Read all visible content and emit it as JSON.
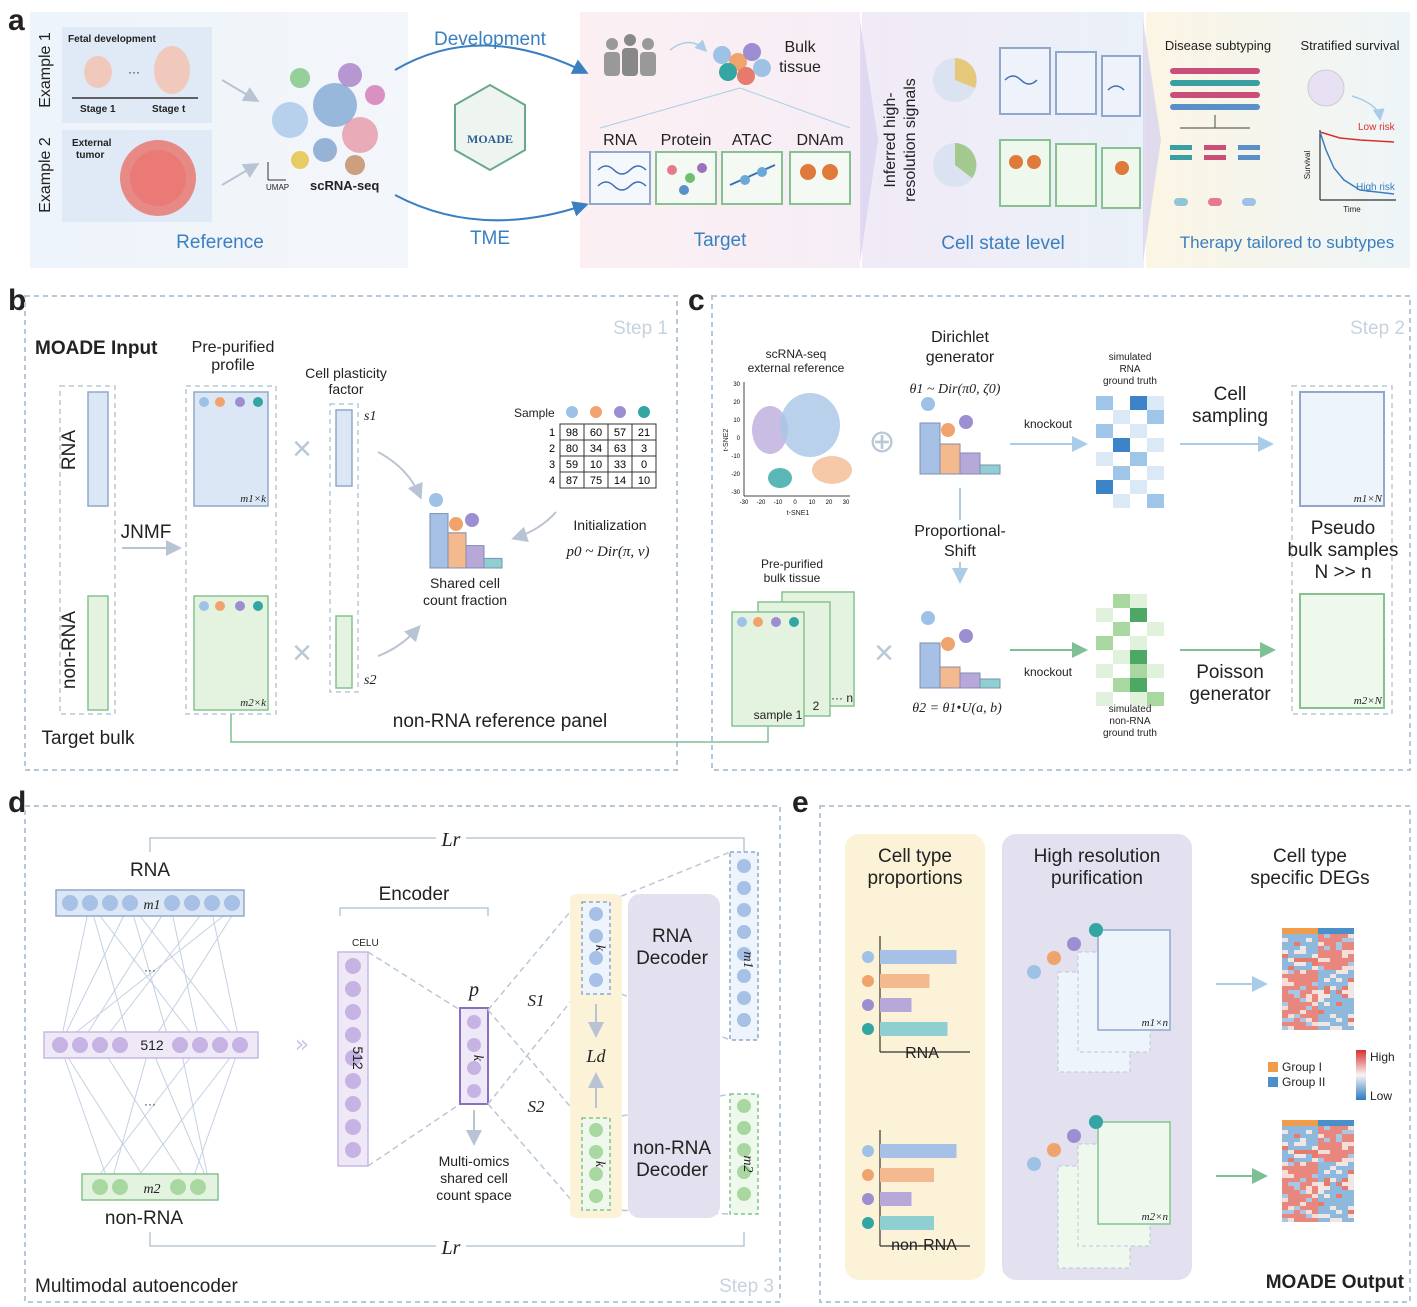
{
  "panels": {
    "a": {
      "letter": "a",
      "example1": "Example 1",
      "example2": "Example 2",
      "fetal_development": "Fetal development",
      "stage1": "Stage 1",
      "stage_t": "Stage t",
      "dots": "···",
      "external_tumor_1": "External",
      "external_tumor_2": "tumor",
      "umap": "UMAP",
      "scrna_seq": "scRNA-seq",
      "reference": "Reference",
      "development": "Development",
      "tme": "TME",
      "moade_logo": "MOADE",
      "bulk_1": "Bulk",
      "bulk_2": "tissue",
      "omics": [
        "RNA",
        "Protein",
        "ATAC",
        "DNAm"
      ],
      "target": "Target",
      "inferred_1": "Inferred high-",
      "inferred_2": "resolution signals",
      "cell_state_level": "Cell state level",
      "disease_subtyping": "Disease subtyping",
      "stratified_survival": "Stratified survival",
      "low_risk": "Low risk",
      "high_risk": "High risk",
      "survival": "Survival",
      "time": "Time",
      "therapy": "Therapy tailored to subtypes"
    },
    "b": {
      "letter": "b",
      "step": "Step 1",
      "moade_input": "MOADE Input",
      "pre_purified_1": "Pre-purified",
      "pre_purified_2": "profile",
      "plasticity_1": "Cell plasticity",
      "plasticity_2": "factor",
      "rna": "RNA",
      "non_rna": "non-RNA",
      "jnmf": "JNMF",
      "target_bulk": "Target bulk",
      "m1k": "m1×k",
      "m2k": "m2×k",
      "s1": "s1",
      "s2": "s2",
      "times": "×",
      "sample_label": "Sample",
      "table_rows": [
        [
          "1",
          "98",
          "60",
          "57",
          "21"
        ],
        [
          "2",
          "80",
          "34",
          "63",
          "3"
        ],
        [
          "3",
          "59",
          "10",
          "33",
          "0"
        ],
        [
          "4",
          "87",
          "75",
          "14",
          "10"
        ]
      ],
      "initialization": "Initialization",
      "p0_formula": "p0 ~ Dir(π, v)",
      "shared_1": "Shared cell",
      "shared_2": "count fraction",
      "non_rna_panel": "non-RNA reference panel"
    },
    "c": {
      "letter": "c",
      "step": "Step 2",
      "scrna_ext_1": "scRNA-seq",
      "scrna_ext_2": "external reference",
      "tsne1": "t-SNE1",
      "tsne2": "t-SNE2",
      "x_ticks": [
        "-30",
        "-20",
        "-10",
        "0",
        "10",
        "20",
        "30"
      ],
      "y_ticks": [
        "30",
        "20",
        "10",
        "0",
        "-10",
        "-20",
        "-30"
      ],
      "dirichlet_1": "Dirichlet",
      "dirichlet_2": "generator",
      "theta1": "θ1 ~ Dir(π0, ζ0)",
      "knockout": "knockout",
      "sim_rna_1": "simulated",
      "sim_rna_2": "RNA",
      "sim_rna_3": "ground truth",
      "cell_sampling_1": "Cell",
      "cell_sampling_2": "sampling",
      "proportional_1": "Proportional-",
      "proportional_2": "Shift",
      "theta2": "θ2 = θ1•U(a, b)",
      "pre_bulk_1": "Pre-purified",
      "pre_bulk_2": "bulk tissue",
      "sample1": "sample 1",
      "sample2": "2",
      "sample_n": "··· n",
      "sim_non_1": "simulated",
      "sim_non_2": "non-RNA",
      "sim_non_3": "ground truth",
      "poisson_1": "Poisson",
      "poisson_2": "generator",
      "pseudo_1": "Pseudo",
      "pseudo_2": "bulk samples",
      "pseudo_3": "N >> n",
      "m1N": "m1×N",
      "m2N": "m2×N",
      "plus": "⊕",
      "times": "×"
    },
    "d": {
      "letter": "d",
      "step": "Step 3",
      "rna": "RNA",
      "non_rna": "non-RNA",
      "m1": "m1",
      "m2": "m2",
      "n512": "512",
      "lr_top": "Lr",
      "lr_bottom": "Lr",
      "encoder": "Encoder",
      "celu": "CELU",
      "p": "p",
      "k": "k",
      "s1": "S1",
      "s2": "S2",
      "ld": "Ld",
      "rna_decoder_1": "RNA",
      "rna_decoder_2": "Decoder",
      "non_rna_decoder_1": "non-RNA",
      "non_rna_decoder_2": "Decoder",
      "shared_space_1": "Multi-omics",
      "shared_space_2": "shared cell",
      "shared_space_3": "count space",
      "multimodal": "Multimodal autoencoder",
      "dots": "···"
    },
    "e": {
      "letter": "e",
      "proportions_1": "Cell type",
      "proportions_2": "proportions",
      "purification_1": "High resolution",
      "purification_2": "purification",
      "degs_1": "Cell type",
      "degs_2": "specific DEGs",
      "rna": "RNA",
      "non_rna": "non-RNA",
      "m1n": "m1×n",
      "m2n": "m2×n",
      "group1": "Group I",
      "group2": "Group II",
      "high": "High",
      "low": "Low",
      "moade_output": "MOADE Output"
    }
  },
  "colors": {
    "accent_blue": "#3a7fc1",
    "rna_blue": "#dbe7f5",
    "nonrna_green": "#e3f3e0",
    "cell_purple": "#9c8ed0",
    "cell_orange": "#f1a36d",
    "cell_teal": "#33a6a4",
    "cell_lightblue": "#9ec2e6"
  },
  "proportion_bars": {
    "rna": [
      0.85,
      0.55,
      0.35,
      0.75
    ],
    "non_rna": [
      0.85,
      0.6,
      0.35,
      0.6
    ]
  },
  "shared_fraction_bars": [
    0.85,
    0.55,
    0.35,
    0.15
  ]
}
